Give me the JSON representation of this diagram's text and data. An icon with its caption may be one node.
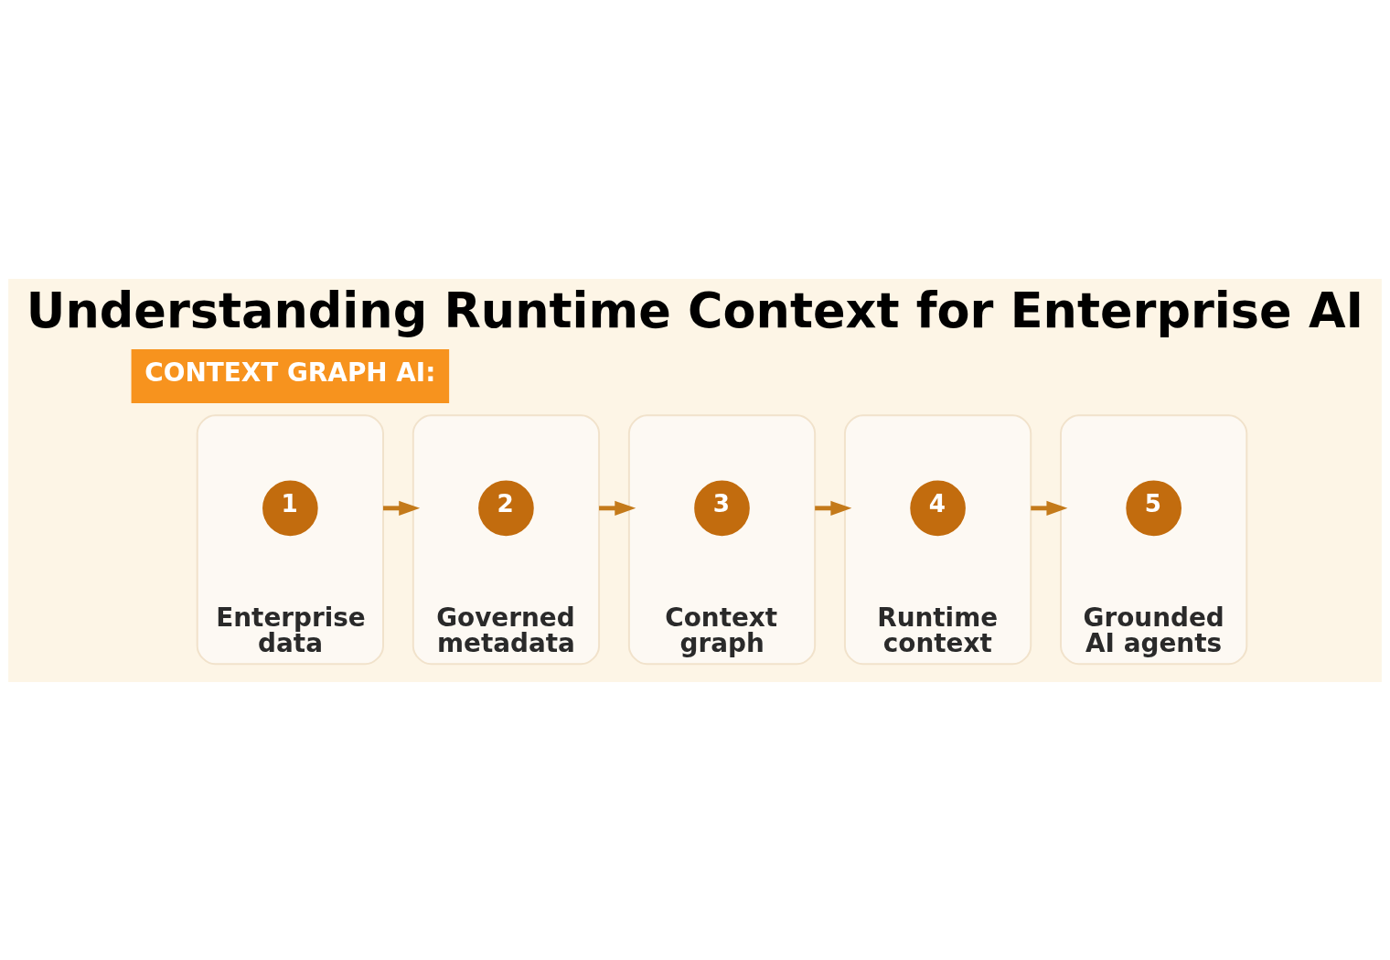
{
  "diagram": {
    "title": "Understanding Runtime Context for Enterprise AI",
    "nodes": [
      {
        "text": [
          "Enterprise data"
        ]
      },
      {
        "text": [
          "1"
        ],
        "in": 0
      },
      {
        "text": [
          "Governed metadata"
        ]
      },
      {
        "text": [
          "2"
        ],
        "in": 2
      },
      {
        "text": [
          "Context graph"
        ]
      },
      {
        "text": [
          "3"
        ],
        "in": 4
      },
      {
        "text": [
          "Runtime context"
        ]
      },
      {
        "text": [
          "4"
        ],
        "in": 6
      },
      {
        "text": [
          "Grounded AI agents"
        ]
      },
      {
        "text": [
          "5"
        ],
        "in": 8
      }
    ],
    "edges": [
      {
        "from": 0,
        "to": 2,
        "arrow": "to"
      },
      {
        "from": 2,
        "to": 4,
        "arrow": "to"
      },
      {
        "from": 4,
        "to": 6,
        "arrow": "to"
      },
      {
        "from": 6,
        "to": 8,
        "arrow": "to"
      }
    ],
    "labels": [
      "CONTEXT GRAPH AI:"
    ]
  }
}
